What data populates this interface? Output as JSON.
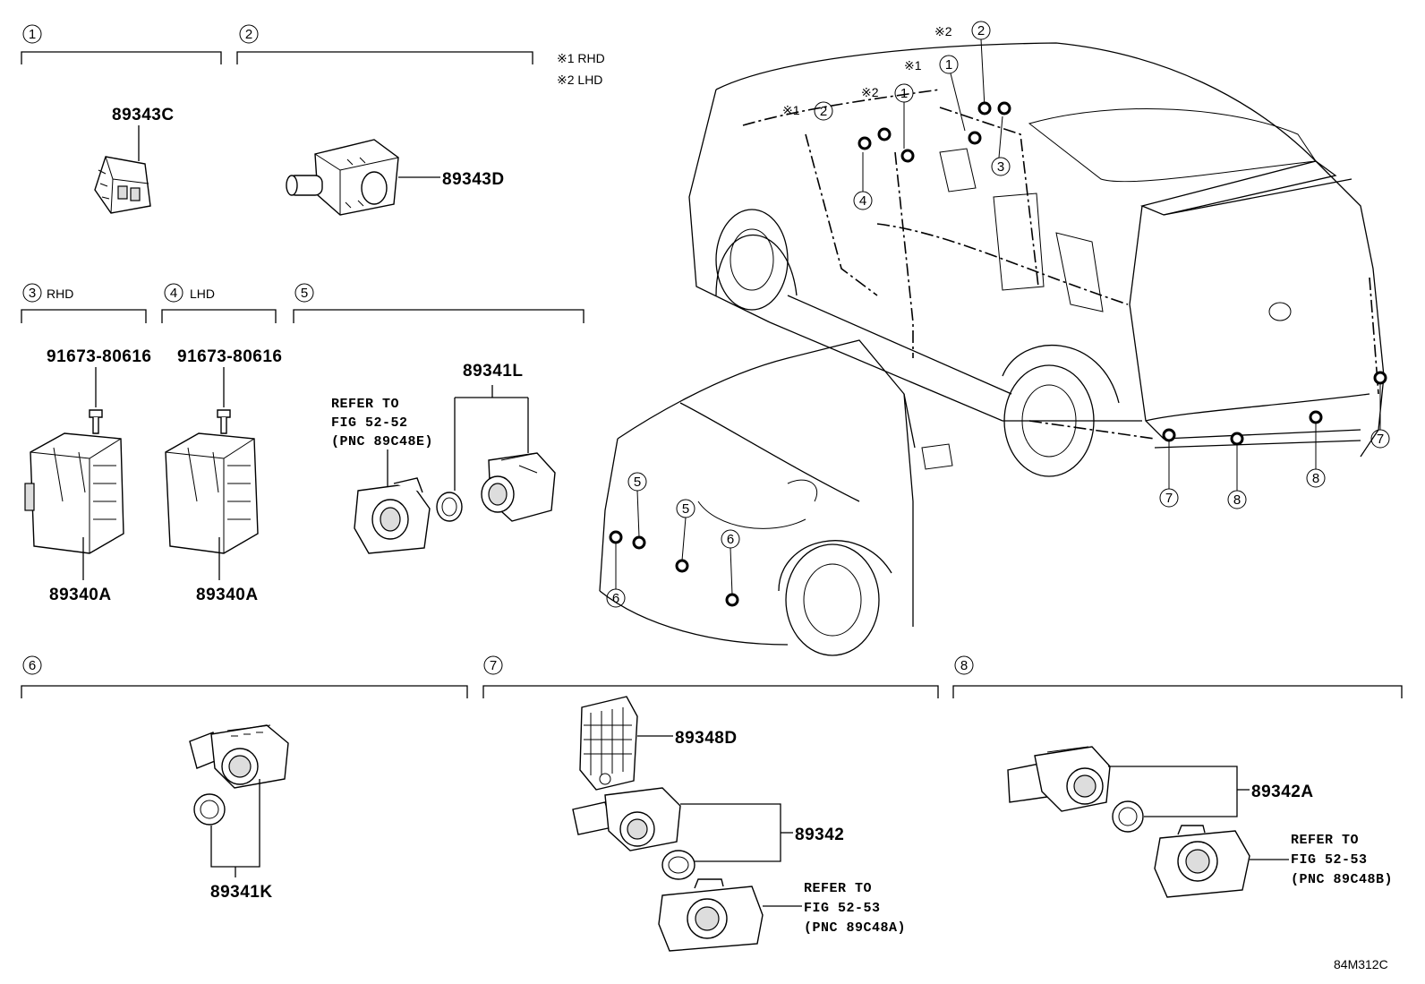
{
  "legend": {
    "note1": "※1 RHD",
    "note2": "※2 LHD"
  },
  "sections": {
    "s1": {
      "num": "1",
      "label": ""
    },
    "s2": {
      "num": "2",
      "label": ""
    },
    "s3": {
      "num": "3",
      "label": "RHD"
    },
    "s4": {
      "num": "4",
      "label": "LHD"
    },
    "s5": {
      "num": "5",
      "label": ""
    },
    "s6": {
      "num": "6",
      "label": ""
    },
    "s7": {
      "num": "7",
      "label": ""
    },
    "s8": {
      "num": "8",
      "label": ""
    }
  },
  "parts": {
    "p89343C": "89343C",
    "p89343D": "89343D",
    "p91673_rhd": "91673-80616",
    "p91673_lhd": "91673-80616",
    "p89340A_rhd": "89340A",
    "p89340A_lhd": "89340A",
    "p89341L": "89341L",
    "p89341K": "89341K",
    "p89348D": "89348D",
    "p89342": "89342",
    "p89342A": "89342A"
  },
  "refs": {
    "s5": {
      "l1": "REFER TO",
      "l2": "FIG 52-52",
      "l3": "(PNC 89C48E)"
    },
    "s7": {
      "l1": "REFER TO",
      "l2": "FIG 52-53",
      "l3": "(PNC 89C48A)"
    },
    "s8": {
      "l1": "REFER TO",
      "l2": "FIG 52-53",
      "l3": "(PNC 89C48B)"
    }
  },
  "vehicle_callouts": {
    "c1a": "1",
    "c1b": "1",
    "c2a": "2",
    "c2b": "2",
    "c3": "3",
    "c4": "4",
    "c5a": "5",
    "c5b": "5",
    "c6a": "6",
    "c6b": "6",
    "c7a": "7",
    "c7b": "7",
    "c8a": "8",
    "c8b": "8",
    "m1a": "※1",
    "m1b": "※1",
    "m2a": "※2",
    "m2b": "※2"
  },
  "figure_code": "84M312C"
}
